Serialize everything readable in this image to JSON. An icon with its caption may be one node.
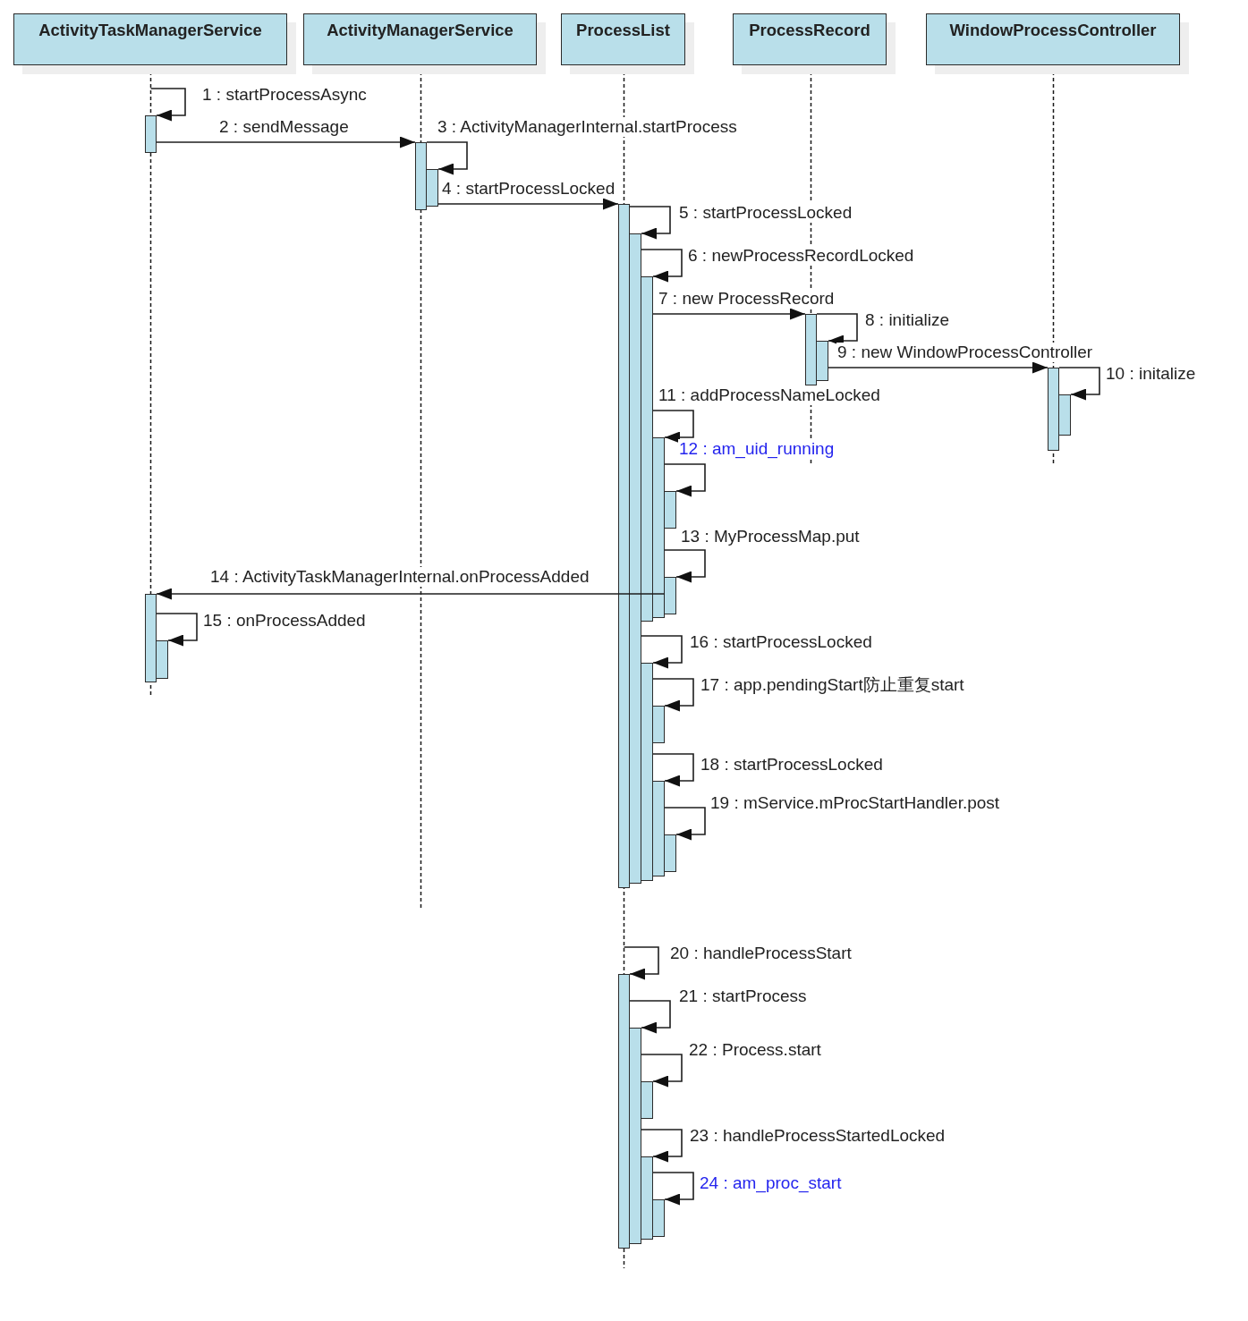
{
  "diagram": {
    "nodes": [
      {
        "text": [
          "ActivityTaskManagerService"
        ]
      },
      {
        "text": [
          "ActivityManagerService"
        ]
      },
      {
        "text": [
          "ProcessList"
        ]
      },
      {
        "text": [
          "ProcessRecord"
        ]
      },
      {
        "text": [
          "WindowProcessController"
        ]
      },
      {
        "text": [],
        "shape": "bar"
      },
      {
        "text": [],
        "shape": "bar"
      },
      {
        "text": [],
        "shape": "bar"
      },
      {
        "text": [],
        "shape": "bar"
      },
      {
        "text": [],
        "shape": "bar"
      },
      {
        "text": [],
        "shape": "bar"
      },
      {
        "text": [],
        "shape": "bar"
      },
      {
        "text": [],
        "shape": "bar"
      },
      {
        "text": [],
        "shape": "bar"
      },
      {
        "text": [],
        "shape": "bar"
      },
      {
        "text": [],
        "shape": "bar"
      },
      {
        "text": [],
        "shape": "bar"
      },
      {
        "text": [],
        "shape": "bar"
      },
      {
        "text": [],
        "shape": "bar"
      },
      {
        "text": [],
        "shape": "bar"
      },
      {
        "text": [],
        "shape": "bar"
      },
      {
        "text": [],
        "shape": "bar"
      },
      {
        "text": [],
        "shape": "bar"
      },
      {
        "text": [],
        "shape": "bar"
      },
      {
        "text": [],
        "shape": "bar"
      },
      {
        "text": [],
        "shape": "bar"
      },
      {
        "text": [],
        "shape": "bar"
      },
      {
        "text": [],
        "shape": "bar"
      },
      {
        "text": [],
        "shape": "bar"
      }
    ],
    "edges": [
      {
        "from": null,
        "to": 5,
        "arrow": "to",
        "label": "1 : startProcessAsync"
      },
      {
        "from": 5,
        "to": 6,
        "arrow": "to",
        "label": "2 : sendMessage"
      },
      {
        "from": 6,
        "to": 7,
        "arrow": "to",
        "label": "3 : ActivityManagerInternal.startProcess"
      },
      {
        "from": 7,
        "to": 8,
        "arrow": "to",
        "label": "4 : startProcessLocked"
      },
      {
        "from": 8,
        "to": 9,
        "arrow": "to",
        "label": "5 : startProcessLocked"
      },
      {
        "from": 9,
        "to": 10,
        "arrow": "to",
        "label": "6 : newProcessRecordLocked"
      },
      {
        "from": 10,
        "to": 11,
        "arrow": "to",
        "label": "7 : new ProcessRecord"
      },
      {
        "from": 11,
        "to": 12,
        "arrow": "to",
        "label": "8 : initialize"
      },
      {
        "from": 12,
        "to": 13,
        "arrow": "to",
        "label": "9 : new WindowProcessController"
      },
      {
        "from": 13,
        "to": 14,
        "arrow": "to",
        "label": "10 : initalize"
      },
      {
        "from": 10,
        "to": 15,
        "arrow": "to",
        "label": "11 : addProcessNameLocked"
      },
      {
        "from": 15,
        "to": 16,
        "arrow": "to",
        "label": "12 : am_uid_running"
      },
      {
        "from": 15,
        "to": 17,
        "arrow": "to",
        "label": "13 : MyProcessMap.put"
      },
      {
        "from": 17,
        "to": 18,
        "arrow": "to",
        "label": "14 : ActivityTaskManagerInternal.onProcessAdded"
      },
      {
        "from": 18,
        "to": 19,
        "arrow": "to",
        "label": "15 : onProcessAdded"
      },
      {
        "from": 9,
        "to": 20,
        "arrow": "to",
        "label": "16 : startProcessLocked"
      },
      {
        "from": 20,
        "to": 21,
        "arrow": "to",
        "label": "17 : app.pendingStart防止重复start"
      },
      {
        "from": 20,
        "to": 22,
        "arrow": "to",
        "label": "18 : startProcessLocked"
      },
      {
        "from": 22,
        "to": 23,
        "arrow": "to",
        "label": "19 : mService.mProcStartHandler.post"
      },
      {
        "from": null,
        "to": 24,
        "arrow": "to",
        "label": "20 : handleProcessStart"
      },
      {
        "from": 24,
        "to": 25,
        "arrow": "to",
        "label": "21 : startProcess"
      },
      {
        "from": 25,
        "to": 26,
        "arrow": "to",
        "label": "22 : Process.start"
      },
      {
        "from": 25,
        "to": 27,
        "arrow": "to",
        "label": "23 : handleProcessStartedLocked"
      },
      {
        "from": 27,
        "to": 28,
        "arrow": "to",
        "label": "24 : am_proc_start"
      }
    ]
  }
}
